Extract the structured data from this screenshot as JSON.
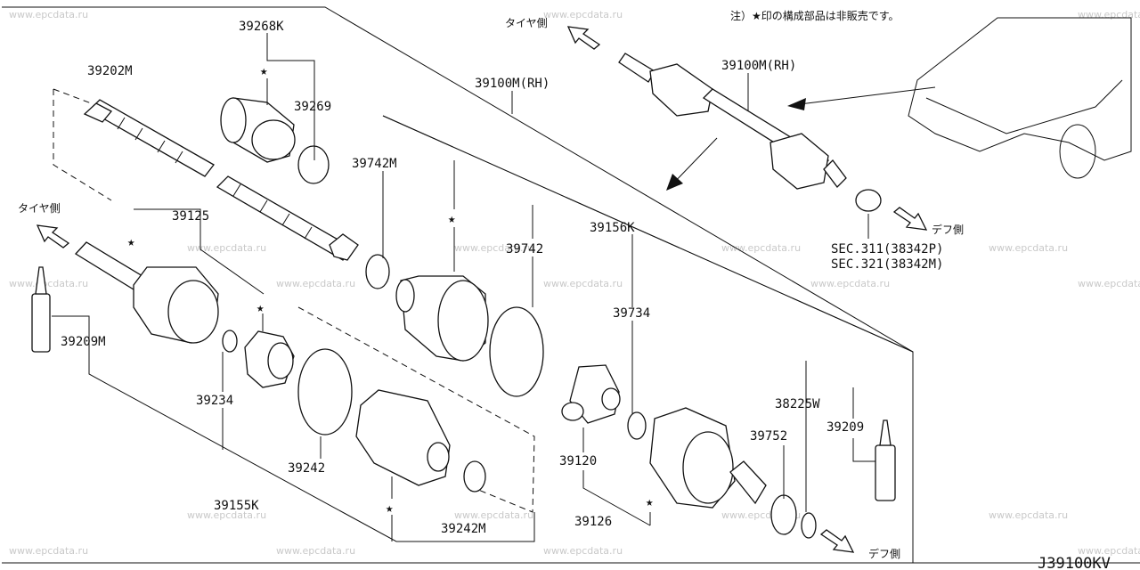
{
  "watermark": "www.epcdata.ru",
  "note": "注）★印の構成部品は非販売です。",
  "direction": {
    "tire_side": "タイヤ側",
    "diff_side": "デフ側"
  },
  "star": "★",
  "diagram_code": "J39100KV",
  "parts": {
    "p39268K": "39268K",
    "p39202M": "39202M",
    "p39269": "39269",
    "p39100M_top": "39100M(RH)",
    "p39100M_car": "39100M(RH)",
    "p39742M": "39742M",
    "p39125": "39125",
    "p39742": "39742",
    "p39156K": "39156K",
    "p39734": "39734",
    "p39209M": "39209M",
    "p39234": "39234",
    "p38225W": "38225W",
    "p39752": "39752",
    "p39209": "39209",
    "p39120": "39120",
    "p39242": "39242",
    "p39155K": "39155K",
    "p39126": "39126",
    "p39242M": "39242M",
    "sec311": "SEC.311(38342P)",
    "sec321": "SEC.321(38342M)"
  }
}
